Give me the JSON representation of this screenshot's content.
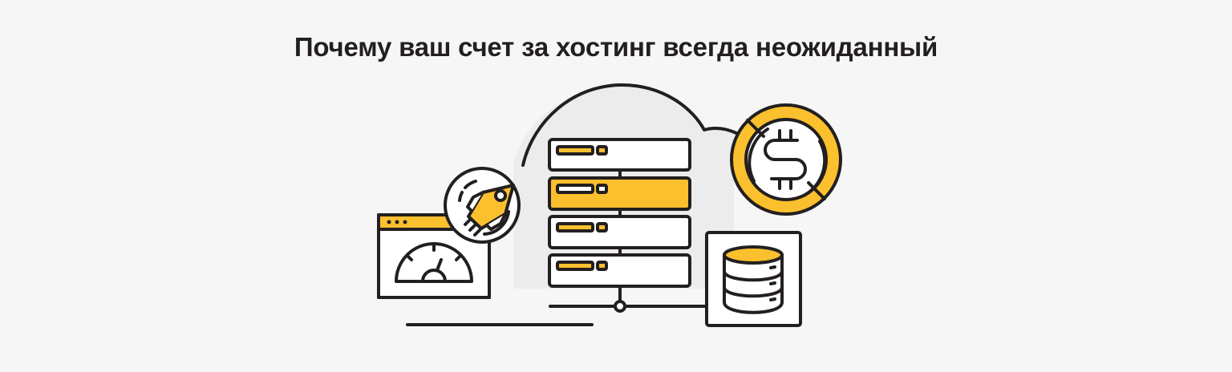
{
  "header": {
    "title": "Почему ваш счет за хостинг всегда неожиданный"
  },
  "illustration": {
    "icons": [
      "cloud-icon",
      "server-rack-icon",
      "rocket-icon",
      "speedometer-window-icon",
      "crossed-dollar-coin-icon",
      "database-icon",
      "network-node-icon"
    ],
    "colors": {
      "background": "#f6f6f6",
      "cloud": "#ececec",
      "stroke": "#231f20",
      "accent": "#fbc02d",
      "fill": "#ffffff"
    },
    "server_units": 4,
    "highlighted_unit": 2
  }
}
